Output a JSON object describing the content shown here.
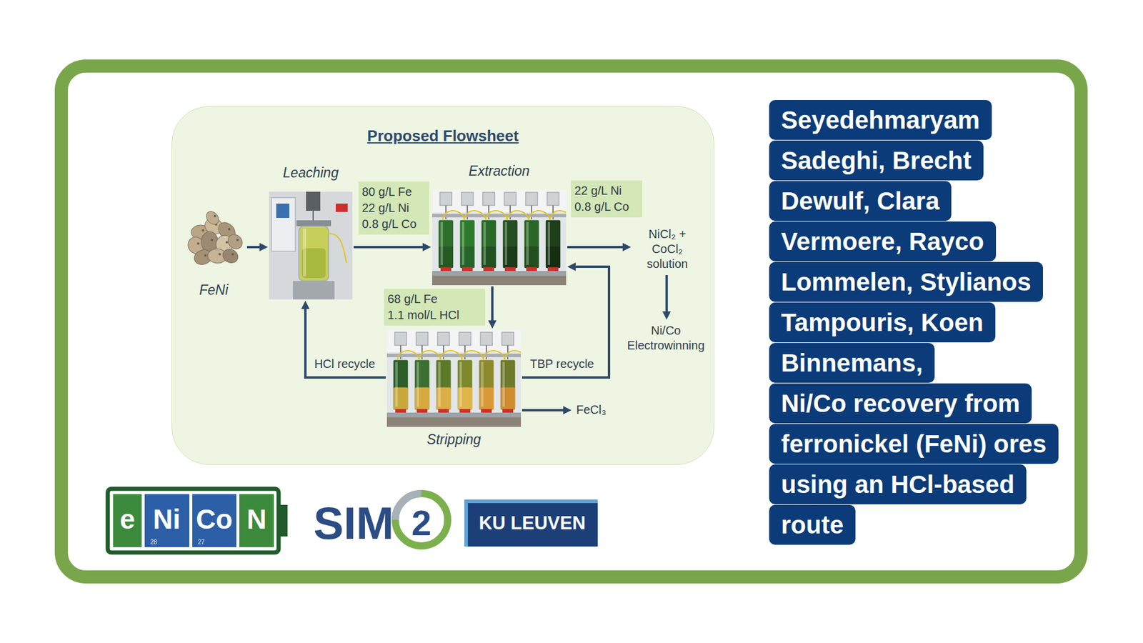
{
  "diagram": {
    "nodes": [
      {
        "text": [
          "Proposed Flowsheet"
        ]
      },
      {
        "text": [
          "FeNi"
        ],
        "in": 0
      },
      {
        "text": [
          "Leaching"
        ],
        "in": 0
      },
      {
        "text": [
          "80 g/L Fe",
          "22 g/L Ni",
          "0.8 g/L Co"
        ],
        "in": 0
      },
      {
        "text": [
          "Extraction"
        ],
        "in": 0
      },
      {
        "text": [
          "22 g/L Ni",
          "0.8 g/L Co"
        ],
        "in": 0
      },
      {
        "text": [
          "NiCl₂ + CoCl₂ solution"
        ],
        "in": 0
      },
      {
        "text": [
          "68 g/L Fe",
          "1.1 mol/L HCl"
        ],
        "in": 0
      },
      {
        "text": [
          "Ni/Co Electrowinning"
        ],
        "in": 0
      },
      {
        "text": [
          "Stripping"
        ],
        "in": 0
      },
      {
        "text": [
          "FeCl₃"
        ],
        "in": 0
      }
    ],
    "edges": [
      {
        "from": 1,
        "to": 2,
        "arrow": "to"
      },
      {
        "from": 2,
        "to": 4,
        "arrow": "to"
      },
      {
        "from": 4,
        "to": 6,
        "arrow": "to"
      },
      {
        "from": 6,
        "to": 8,
        "arrow": "to"
      },
      {
        "from": 4,
        "to": 9,
        "arrow": "to"
      },
      {
        "from": 9,
        "to": 2,
        "label": "HCl recycle",
        "arrow": "to"
      },
      {
        "from": 9,
        "to": 4,
        "label": "TBP recycle",
        "arrow": "to"
      },
      {
        "from": 9,
        "to": 10,
        "arrow": "to"
      }
    ],
    "labels": [
      "Seyedehmaryam Sadeghi, Brecht Dewulf, Clara Vermoere, Rayco Lommelen, Stylianos Tampouris, Koen Binnemans,",
      "Ni/Co recovery from ferronickel (FeNi) ores using an HCl-based route",
      "e",
      "Ni",
      "28",
      "Co",
      "27",
      "N",
      "SIM",
      "2",
      "KU LEUVEN"
    ]
  }
}
